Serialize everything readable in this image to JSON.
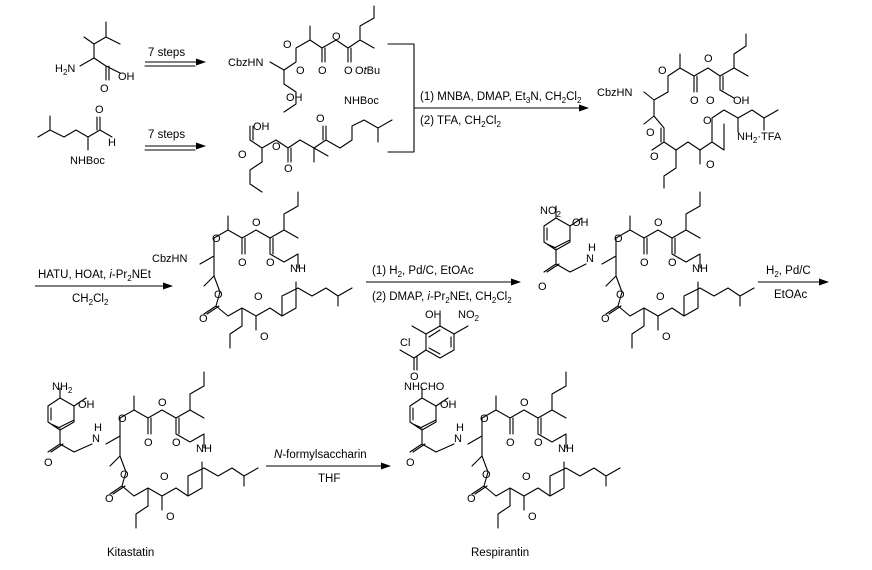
{
  "atoms": {
    "h2n": "H",
    "h2n_sub": "2",
    "h2n_n": "N",
    "oh": "OH",
    "o": "O",
    "h": "H",
    "nhboc": "NHBoc",
    "cbzhn": "CbzHN",
    "otbu_o": "O",
    "otbu_t": "t",
    "otbu_bu": "Bu",
    "nh": "NH",
    "hn_h": "H",
    "hn_n": "N",
    "nh2_n": "NH",
    "nh2_sub": "2",
    "tfa": "·TFA",
    "no2_n": "NO",
    "no2_sub": "2",
    "cl": "Cl",
    "nhcho": "NHCHO"
  },
  "conditions": {
    "seven_steps_1": "7 steps",
    "seven_steps_2": "7 steps",
    "step1_a": "(1) MNBA, DMAP, Et",
    "step1_a_sub": "3",
    "step1_a_tail": "N, CH",
    "step1_a_sub2": "2",
    "step1_a_cl": "Cl",
    "step1_a_sub3": "2",
    "step1_b": "(2) TFA, CH",
    "step1_b_sub": "2",
    "step1_b_cl": "Cl",
    "step1_b_sub2": "2",
    "hatu": "HATU, HOAt, ",
    "hatu_ipr": "i",
    "hatu_pr": "-Pr",
    "hatu_sub": "2",
    "hatu_net": "NEt",
    "hatu_solv": "CH",
    "hatu_solv_sub": "2",
    "hatu_solv_cl": "Cl",
    "hatu_solv_sub2": "2",
    "h2pd_1": "(1) H",
    "h2pd_1_sub": "2",
    "h2pd_1_tail": ", Pd/C, EtOAc",
    "dmap_2": "(2) DMAP, ",
    "dmap_2_i": "i",
    "dmap_2_pr": "-Pr",
    "dmap_2_sub": "2",
    "dmap_2_net": "NEt, CH",
    "dmap_2_sub2": "2",
    "dmap_2_cl": "Cl",
    "dmap_2_sub3": "2",
    "h2pd_2": "H",
    "h2pd_2_sub": "2",
    "h2pd_2_tail": ", Pd/C",
    "etoac": "EtOAc",
    "nformyl_n": "N",
    "nformyl_rest": "-formylsaccharin",
    "thf": "THF"
  },
  "compounds": {
    "kitastatin": "Kitastatin",
    "respirantin": "Respirantin"
  }
}
